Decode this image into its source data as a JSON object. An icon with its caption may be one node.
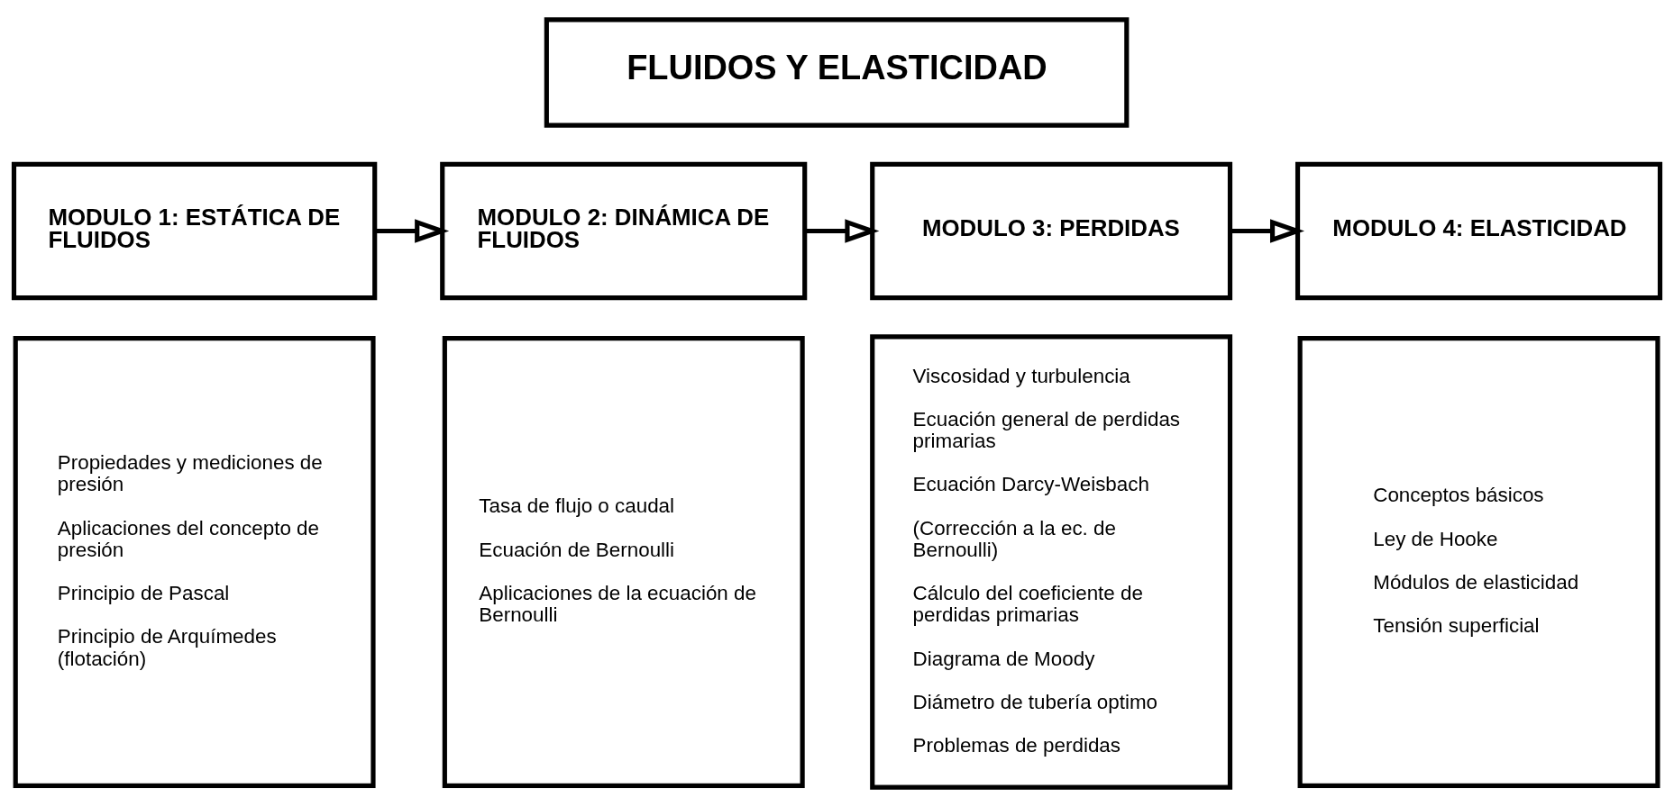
{
  "diagram": {
    "nodes": [
      {
        "text": [
          "FLUIDOS Y ELASTICIDAD"
        ]
      },
      {
        "text": [
          "MODULO 1: ESTÁTICA DE FLUIDOS"
        ]
      },
      {
        "text": [
          "MODULO 2: DINÁMICA DE FLUIDOS"
        ]
      },
      {
        "text": [
          "MODULO 3: PERDIDAS"
        ]
      },
      {
        "text": [
          "MODULO 4: ELASTICIDAD"
        ]
      },
      {
        "text": [
          "Propiedades y mediciones de presión",
          "Aplicaciones del concepto de presión",
          "Principio de Pascal",
          "Principio de Arquímedes (flotación)"
        ]
      },
      {
        "text": [
          "Tasa de flujo o caudal",
          "Ecuación de Bernoulli",
          "Aplicaciones de la ecuación de Bernoulli"
        ]
      },
      {
        "text": [
          "Viscosidad y turbulencia",
          "Ecuación general de perdidas primarias",
          "Ecuación Darcy-Weisbach",
          "(Corrección a la ec. de Bernoulli)",
          "Cálculo del coeficiente de perdidas primarias",
          "Diagrama de Moody",
          "Diámetro de tubería optimo",
          "Problemas de perdidas"
        ]
      },
      {
        "text": [
          "Conceptos básicos",
          "Ley de Hooke",
          "Módulos de elasticidad",
          "Tensión superficial"
        ]
      }
    ],
    "edges": [
      {
        "from": 1,
        "to": 2,
        "arrow": "to"
      },
      {
        "from": 2,
        "to": 3,
        "arrow": "to"
      },
      {
        "from": 3,
        "to": 4,
        "arrow": "to"
      }
    ]
  }
}
